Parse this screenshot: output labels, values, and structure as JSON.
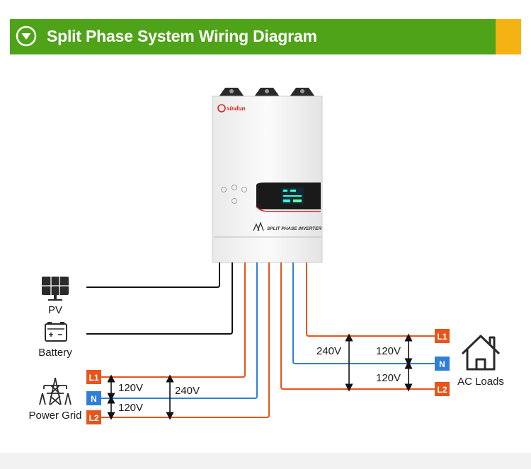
{
  "header": {
    "title": "Split Phase System Wiring Diagram",
    "colors": {
      "green": "#4fa319",
      "orange": "#f5b313"
    },
    "icon": "chevron-down-circle-icon"
  },
  "inverter": {
    "brand": "xindun",
    "model": "SPLIT PHASE INVERTER"
  },
  "sources": {
    "pv": {
      "label": "PV",
      "icon": "solar-panel-icon"
    },
    "battery": {
      "label": "Battery",
      "icon": "battery-icon"
    },
    "grid": {
      "label": "Power Grid",
      "icon": "power-tower-icon"
    }
  },
  "grid_terminals": {
    "l1": "L1",
    "n": "N",
    "l2": "L2"
  },
  "load_terminals": {
    "l1": "L1",
    "n": "N",
    "l2": "L2"
  },
  "grid_voltages": {
    "l1_n": "120V",
    "n_l2": "120V",
    "l1_l2": "240V"
  },
  "load_voltages": {
    "l1_n": "120V",
    "n_l2": "120V",
    "l1_l2": "240V"
  },
  "loads": {
    "label": "AC Loads",
    "icon": "house-icon"
  },
  "colors": {
    "live": "#e8541a",
    "neutral": "#2f7fd6",
    "dc": "#111111"
  }
}
